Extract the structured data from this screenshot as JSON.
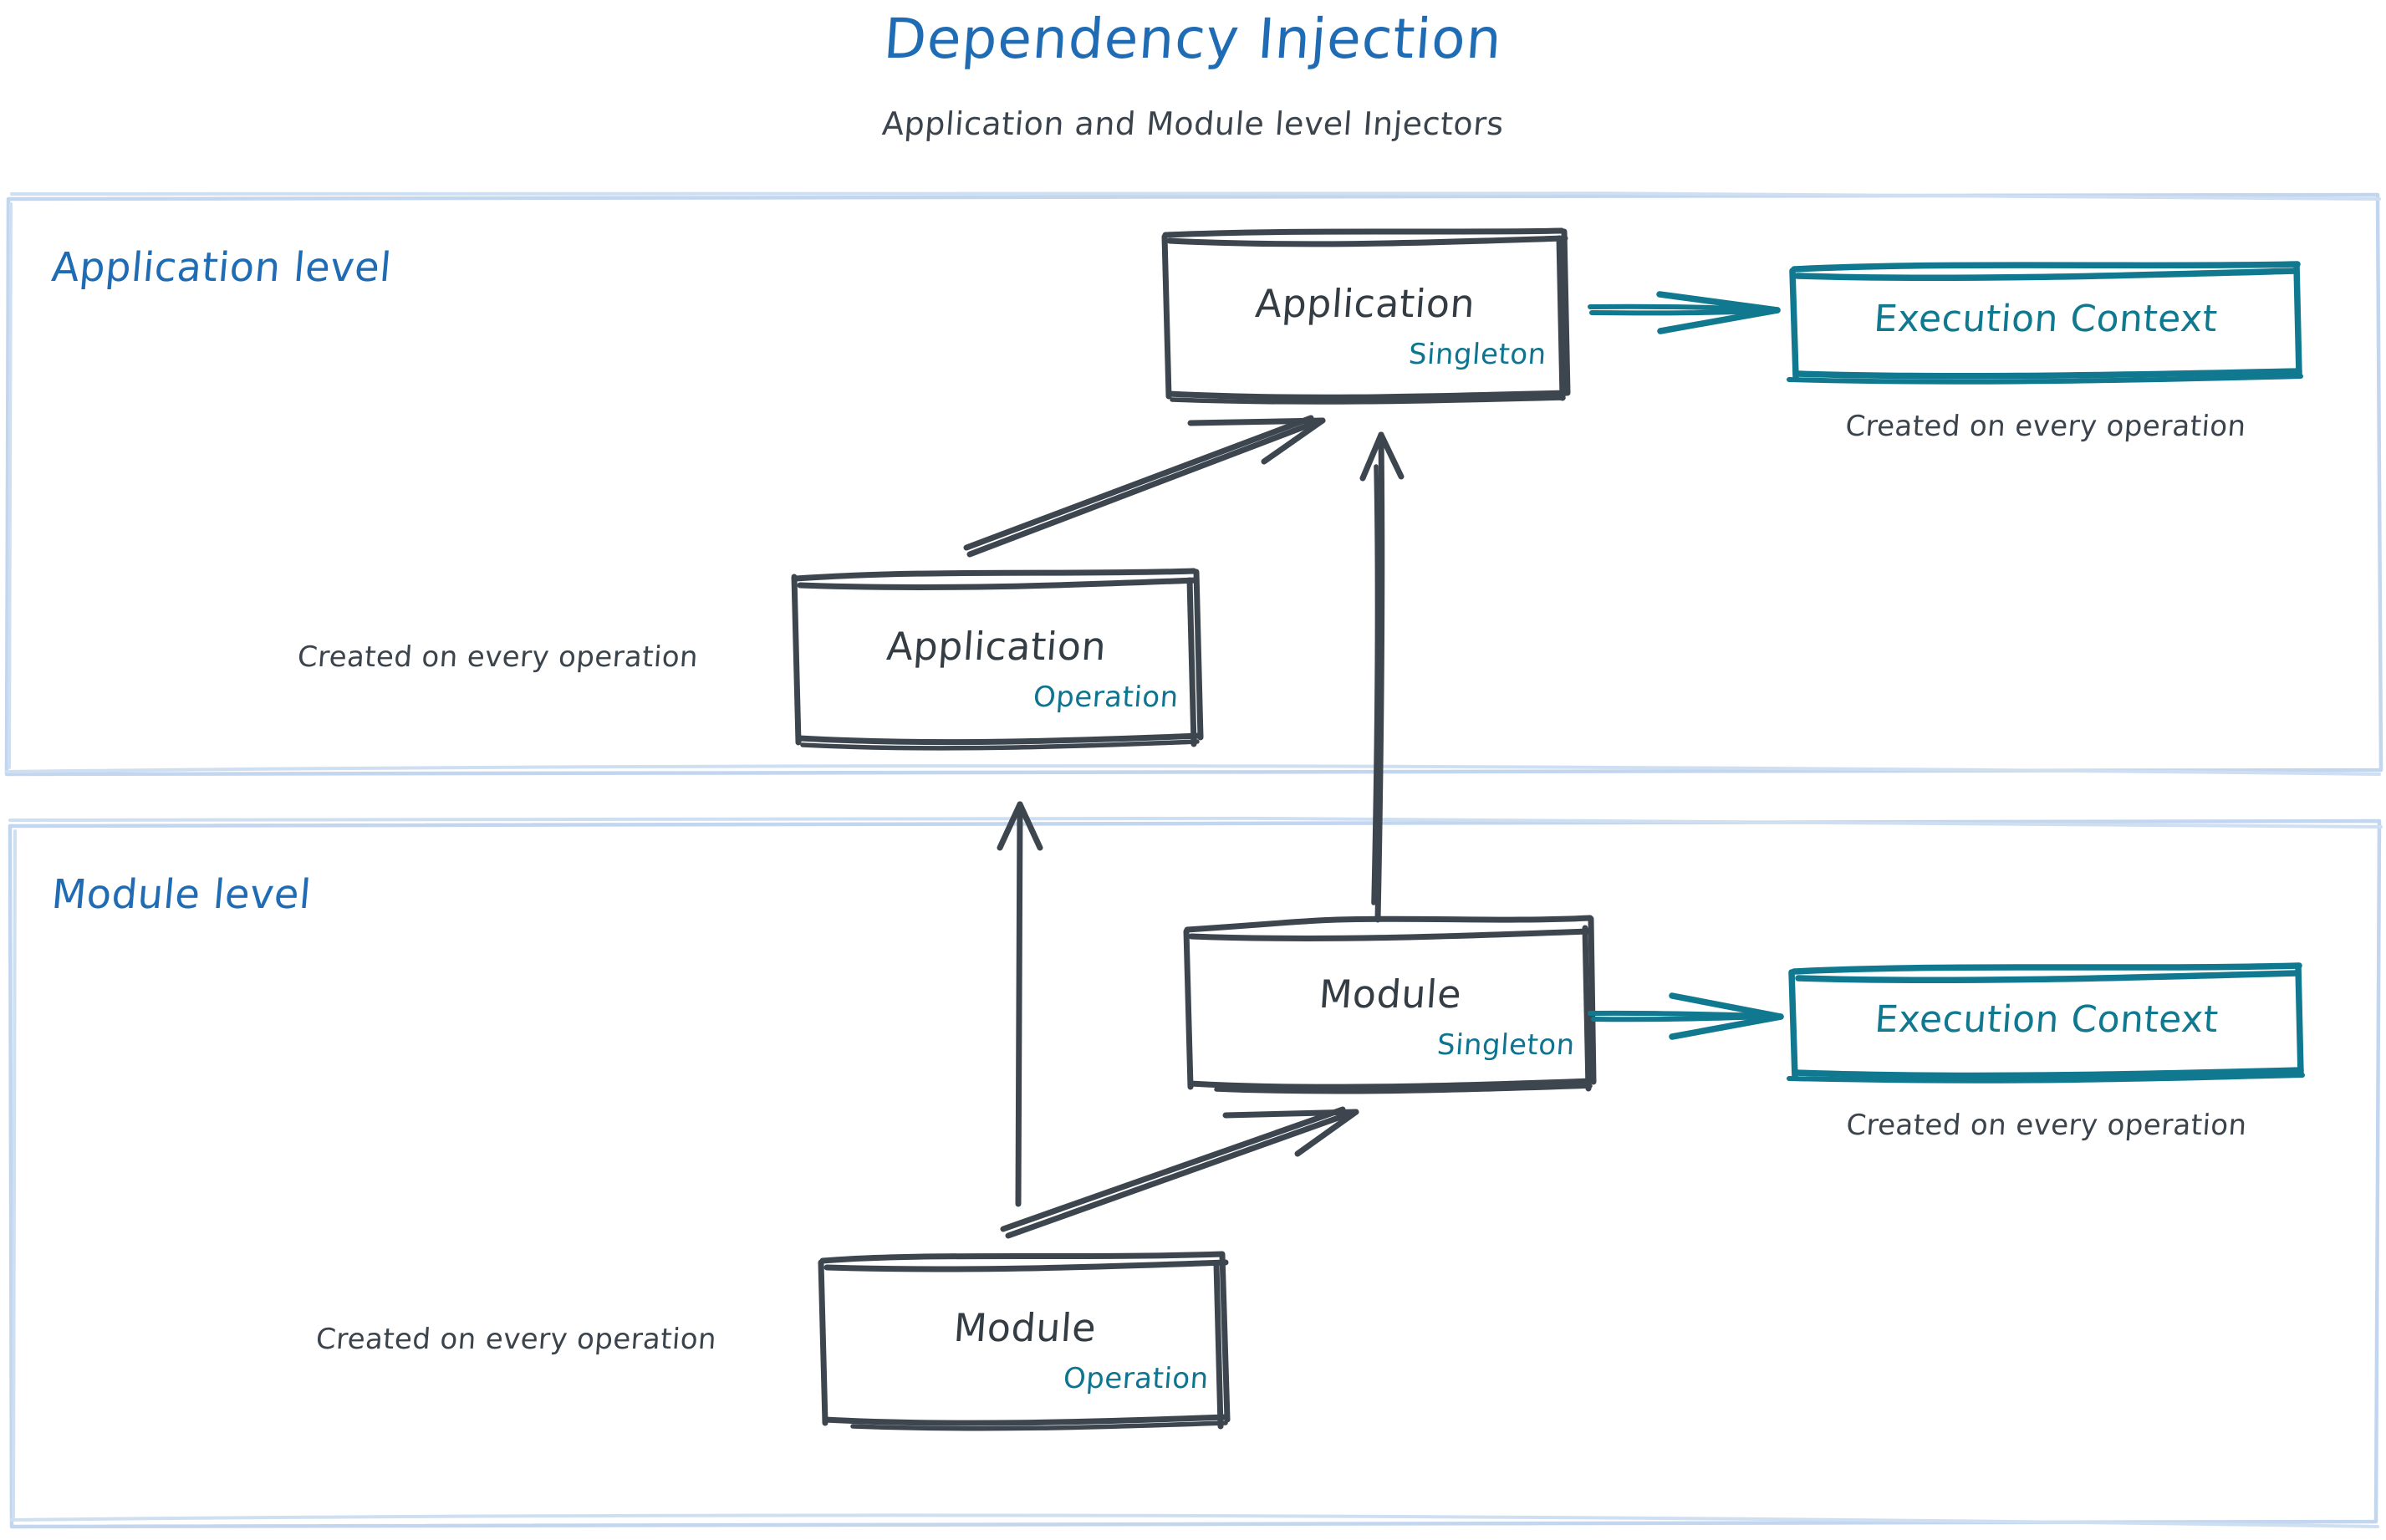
{
  "header": {
    "title": "Dependency Injection",
    "subtitle": "Application and Module level Injectors"
  },
  "colors": {
    "title_blue": "#1f6cb5",
    "group_border_blue": "#c3d6ef",
    "sketch_dark": "#3d464f",
    "teal": "#10788f",
    "scope_teal": "#0e7490",
    "note_gray": "#3b444c"
  },
  "groups": [
    {
      "id": "application-level",
      "label": "Application level",
      "nodes": [
        {
          "id": "application-singleton",
          "title": "Application",
          "scope": "Singleton"
        },
        {
          "id": "application-execution-context",
          "title": "Execution Context",
          "note": "Created on every operation"
        },
        {
          "id": "application-operation",
          "title": "Application",
          "scope": "Operation",
          "note": "Created on every operation"
        }
      ]
    },
    {
      "id": "module-level",
      "label": "Module level",
      "nodes": [
        {
          "id": "module-singleton",
          "title": "Module",
          "scope": "Singleton"
        },
        {
          "id": "module-execution-context",
          "title": "Execution Context",
          "note": "Created on every operation"
        },
        {
          "id": "module-operation",
          "title": "Module",
          "scope": "Operation",
          "note": "Created on every operation"
        }
      ]
    }
  ],
  "edges": [
    {
      "id": "app-singleton-to-execution-context",
      "from": "application-singleton",
      "to": "application-execution-context",
      "color": "teal"
    },
    {
      "id": "app-operation-to-app-singleton",
      "from": "application-operation",
      "to": "application-singleton",
      "color": "dark"
    },
    {
      "id": "module-singleton-to-app-singleton",
      "from": "module-singleton",
      "to": "application-singleton",
      "color": "dark"
    },
    {
      "id": "module-singleton-to-execution-context",
      "from": "module-singleton",
      "to": "module-execution-context",
      "color": "teal"
    },
    {
      "id": "module-operation-to-module-singleton",
      "from": "module-operation",
      "to": "module-singleton",
      "color": "dark"
    },
    {
      "id": "module-operation-to-app-operation",
      "from": "module-operation",
      "to": "application-operation",
      "color": "dark"
    }
  ]
}
